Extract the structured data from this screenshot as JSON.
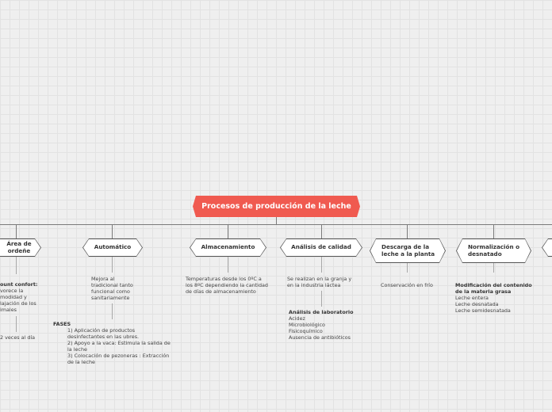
{
  "root": {
    "label": "Procesos de producción de la leche"
  },
  "topics": [
    {
      "label_lines": [
        "Área de",
        "ordeñe"
      ]
    },
    {
      "label_lines": [
        "Automático"
      ]
    },
    {
      "label_lines": [
        "Almacenamiento"
      ]
    },
    {
      "label_lines": [
        "Análisis de calidad"
      ]
    },
    {
      "label_lines": [
        "Descarga de la",
        "leche a la planta"
      ]
    },
    {
      "label_lines": [
        "Normalización o",
        "desnatado"
      ]
    }
  ],
  "notes": {
    "orde": {
      "title": "ount confort:",
      "lines": [
        "vorece la",
        "modidad y",
        "lajación de los",
        "imales"
      ],
      "freq": "2 veces al día"
    },
    "auto": {
      "lines": [
        "Mejora al",
        "tradicional tanto",
        "funcional como",
        "sanitariamente"
      ],
      "phases_title": "FASES",
      "phases": [
        "1) Aplicación de productos",
        "desinfectantes en las ubres.",
        "2) Apoyo a la vaca: Estimula la salida de",
        "la leche",
        "3) Colocación de pezoneras : Extracción",
        "de la leche"
      ]
    },
    "almac": {
      "lines": [
        "Temperaturas desde los 0ºC a",
        "los 8ºC dependiendo la cantidad",
        "de días de almacenamiento"
      ]
    },
    "calidad": {
      "lines": [
        "Se realizan en la granja y",
        "en la industria láctea"
      ],
      "lab_title": "Análisis de laboratorio",
      "lab_items": [
        "Acidez",
        "Microbiológico",
        "Fisicoquímico",
        "Ausencia de antibióticos"
      ]
    },
    "descarga": {
      "text": "Conservación en frío"
    },
    "norm": {
      "title_lines": [
        "Modificación del contenido",
        "de la materia grasa"
      ],
      "items": [
        "Leche entera",
        "Leche desnatada",
        "Leche semidesnatada"
      ]
    }
  }
}
